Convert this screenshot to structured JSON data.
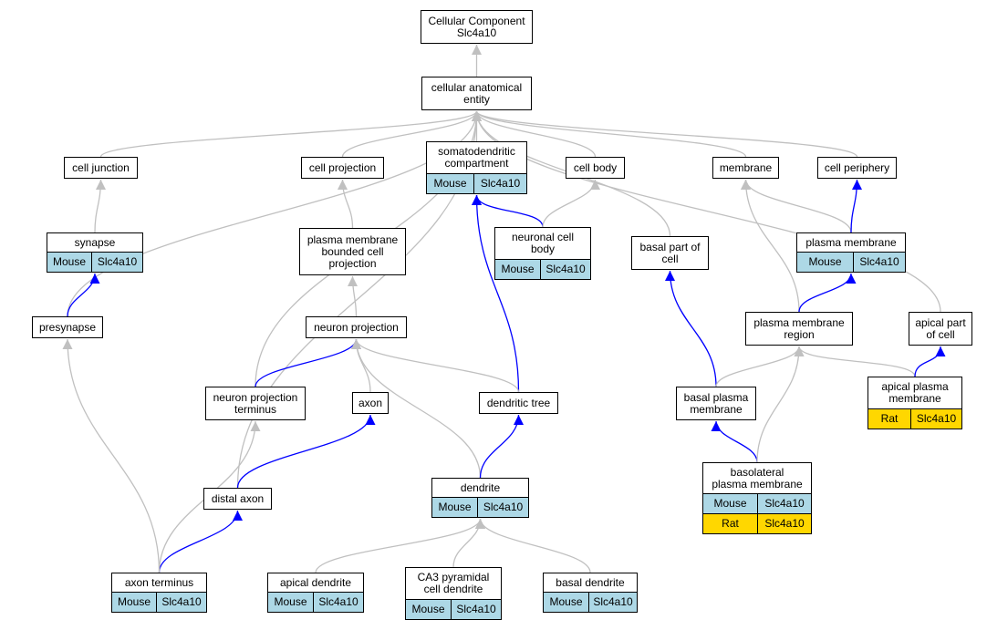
{
  "colors": {
    "blue_edge": "#0000ff",
    "gray_edge": "#c0c0c0",
    "mouse": "#add8e6",
    "rat": "#ffd700"
  },
  "nodes": {
    "root": {
      "label": "Cellular Component\nSlc4a10"
    },
    "cae": {
      "label": "cellular anatomical\nentity"
    },
    "cell_junction": {
      "label": "cell junction"
    },
    "cell_projection": {
      "label": "cell projection"
    },
    "somatodendritic": {
      "label": "somatodendritic\ncompartment",
      "rows": [
        {
          "species": "Mouse",
          "gene": "Slc4a10"
        }
      ]
    },
    "cell_body": {
      "label": "cell body"
    },
    "membrane": {
      "label": "membrane"
    },
    "cell_periphery": {
      "label": "cell periphery"
    },
    "synapse": {
      "label": "synapse",
      "rows": [
        {
          "species": "Mouse",
          "gene": "Slc4a10"
        }
      ]
    },
    "pmbcp": {
      "label": "plasma membrane\nbounded cell\nprojection"
    },
    "neuronal_cell_body": {
      "label": "neuronal cell\nbody",
      "rows": [
        {
          "species": "Mouse",
          "gene": "Slc4a10"
        }
      ]
    },
    "basal_part": {
      "label": "basal part of\ncell"
    },
    "plasma_membrane": {
      "label": "plasma membrane",
      "rows": [
        {
          "species": "Mouse",
          "gene": "Slc4a10"
        }
      ]
    },
    "presynapse": {
      "label": "presynapse"
    },
    "neuron_projection": {
      "label": "neuron projection"
    },
    "pm_region": {
      "label": "plasma membrane\nregion"
    },
    "apical_part": {
      "label": "apical part\nof cell"
    },
    "npt": {
      "label": "neuron projection\nterminus"
    },
    "axon": {
      "label": "axon"
    },
    "dendritic_tree": {
      "label": "dendritic tree"
    },
    "basal_pm": {
      "label": "basal plasma\nmembrane"
    },
    "apical_pm": {
      "label": "apical plasma\nmembrane",
      "rows": [
        {
          "species": "Rat",
          "gene": "Slc4a10"
        }
      ]
    },
    "distal_axon": {
      "label": "distal axon"
    },
    "dendrite": {
      "label": "dendrite",
      "rows": [
        {
          "species": "Mouse",
          "gene": "Slc4a10"
        }
      ]
    },
    "basolateral_pm": {
      "label": "basolateral\nplasma membrane",
      "rows": [
        {
          "species": "Mouse",
          "gene": "Slc4a10"
        },
        {
          "species": "Rat",
          "gene": "Slc4a10"
        }
      ]
    },
    "axon_terminus": {
      "label": "axon terminus",
      "rows": [
        {
          "species": "Mouse",
          "gene": "Slc4a10"
        }
      ]
    },
    "apical_dendrite": {
      "label": "apical dendrite",
      "rows": [
        {
          "species": "Mouse",
          "gene": "Slc4a10"
        }
      ]
    },
    "ca3_dendrite": {
      "label": "CA3 pyramidal\ncell dendrite",
      "rows": [
        {
          "species": "Mouse",
          "gene": "Slc4a10"
        }
      ]
    },
    "basal_dendrite": {
      "label": "basal dendrite",
      "rows": [
        {
          "species": "Mouse",
          "gene": "Slc4a10"
        }
      ]
    }
  },
  "edges": [
    {
      "from": "cae",
      "to": "root",
      "color": "gray"
    },
    {
      "from": "cell_junction",
      "to": "cae",
      "color": "gray"
    },
    {
      "from": "cell_projection",
      "to": "cae",
      "color": "gray"
    },
    {
      "from": "somatodendritic",
      "to": "cae",
      "color": "gray"
    },
    {
      "from": "cell_body",
      "to": "cae",
      "color": "gray"
    },
    {
      "from": "membrane",
      "to": "cae",
      "color": "gray"
    },
    {
      "from": "cell_periphery",
      "to": "cae",
      "color": "gray"
    },
    {
      "from": "basal_part",
      "to": "cae",
      "color": "gray"
    },
    {
      "from": "apical_part",
      "to": "cae",
      "color": "gray"
    },
    {
      "from": "presynapse",
      "to": "cae",
      "color": "gray"
    },
    {
      "from": "npt",
      "to": "cae",
      "color": "gray"
    },
    {
      "from": "distal_axon",
      "to": "cae",
      "color": "gray"
    },
    {
      "from": "synapse",
      "to": "cell_junction",
      "color": "gray"
    },
    {
      "from": "presynapse",
      "to": "synapse",
      "color": "blue"
    },
    {
      "from": "pmbcp",
      "to": "cell_projection",
      "color": "gray"
    },
    {
      "from": "neuron_projection",
      "to": "pmbcp",
      "color": "gray"
    },
    {
      "from": "neuronal_cell_body",
      "to": "somatodendritic",
      "color": "blue"
    },
    {
      "from": "neuronal_cell_body",
      "to": "cell_body",
      "color": "gray"
    },
    {
      "from": "dendritic_tree",
      "to": "somatodendritic",
      "color": "blue"
    },
    {
      "from": "plasma_membrane",
      "to": "membrane",
      "color": "gray"
    },
    {
      "from": "plasma_membrane",
      "to": "cell_periphery",
      "color": "blue"
    },
    {
      "from": "pm_region",
      "to": "membrane",
      "color": "gray"
    },
    {
      "from": "pm_region",
      "to": "plasma_membrane",
      "color": "blue"
    },
    {
      "from": "npt",
      "to": "neuron_projection",
      "color": "blue"
    },
    {
      "from": "axon",
      "to": "neuron_projection",
      "color": "gray"
    },
    {
      "from": "dendritic_tree",
      "to": "neuron_projection",
      "color": "gray"
    },
    {
      "from": "dendrite",
      "to": "neuron_projection",
      "color": "gray"
    },
    {
      "from": "distal_axon",
      "to": "axon",
      "color": "blue"
    },
    {
      "from": "dendrite",
      "to": "dendritic_tree",
      "color": "blue"
    },
    {
      "from": "basal_pm",
      "to": "basal_part",
      "color": "blue"
    },
    {
      "from": "basal_pm",
      "to": "pm_region",
      "color": "gray"
    },
    {
      "from": "apical_pm",
      "to": "pm_region",
      "color": "gray"
    },
    {
      "from": "apical_pm",
      "to": "apical_part",
      "color": "blue"
    },
    {
      "from": "basolateral_pm",
      "to": "basal_pm",
      "color": "blue"
    },
    {
      "from": "basolateral_pm",
      "to": "pm_region",
      "color": "gray"
    },
    {
      "from": "axon_terminus",
      "to": "distal_axon",
      "color": "blue"
    },
    {
      "from": "axon_terminus",
      "to": "npt",
      "color": "gray"
    },
    {
      "from": "axon_terminus",
      "to": "presynapse",
      "color": "gray"
    },
    {
      "from": "apical_dendrite",
      "to": "dendrite",
      "color": "gray"
    },
    {
      "from": "ca3_dendrite",
      "to": "dendrite",
      "color": "gray"
    },
    {
      "from": "basal_dendrite",
      "to": "dendrite",
      "color": "gray"
    }
  ]
}
